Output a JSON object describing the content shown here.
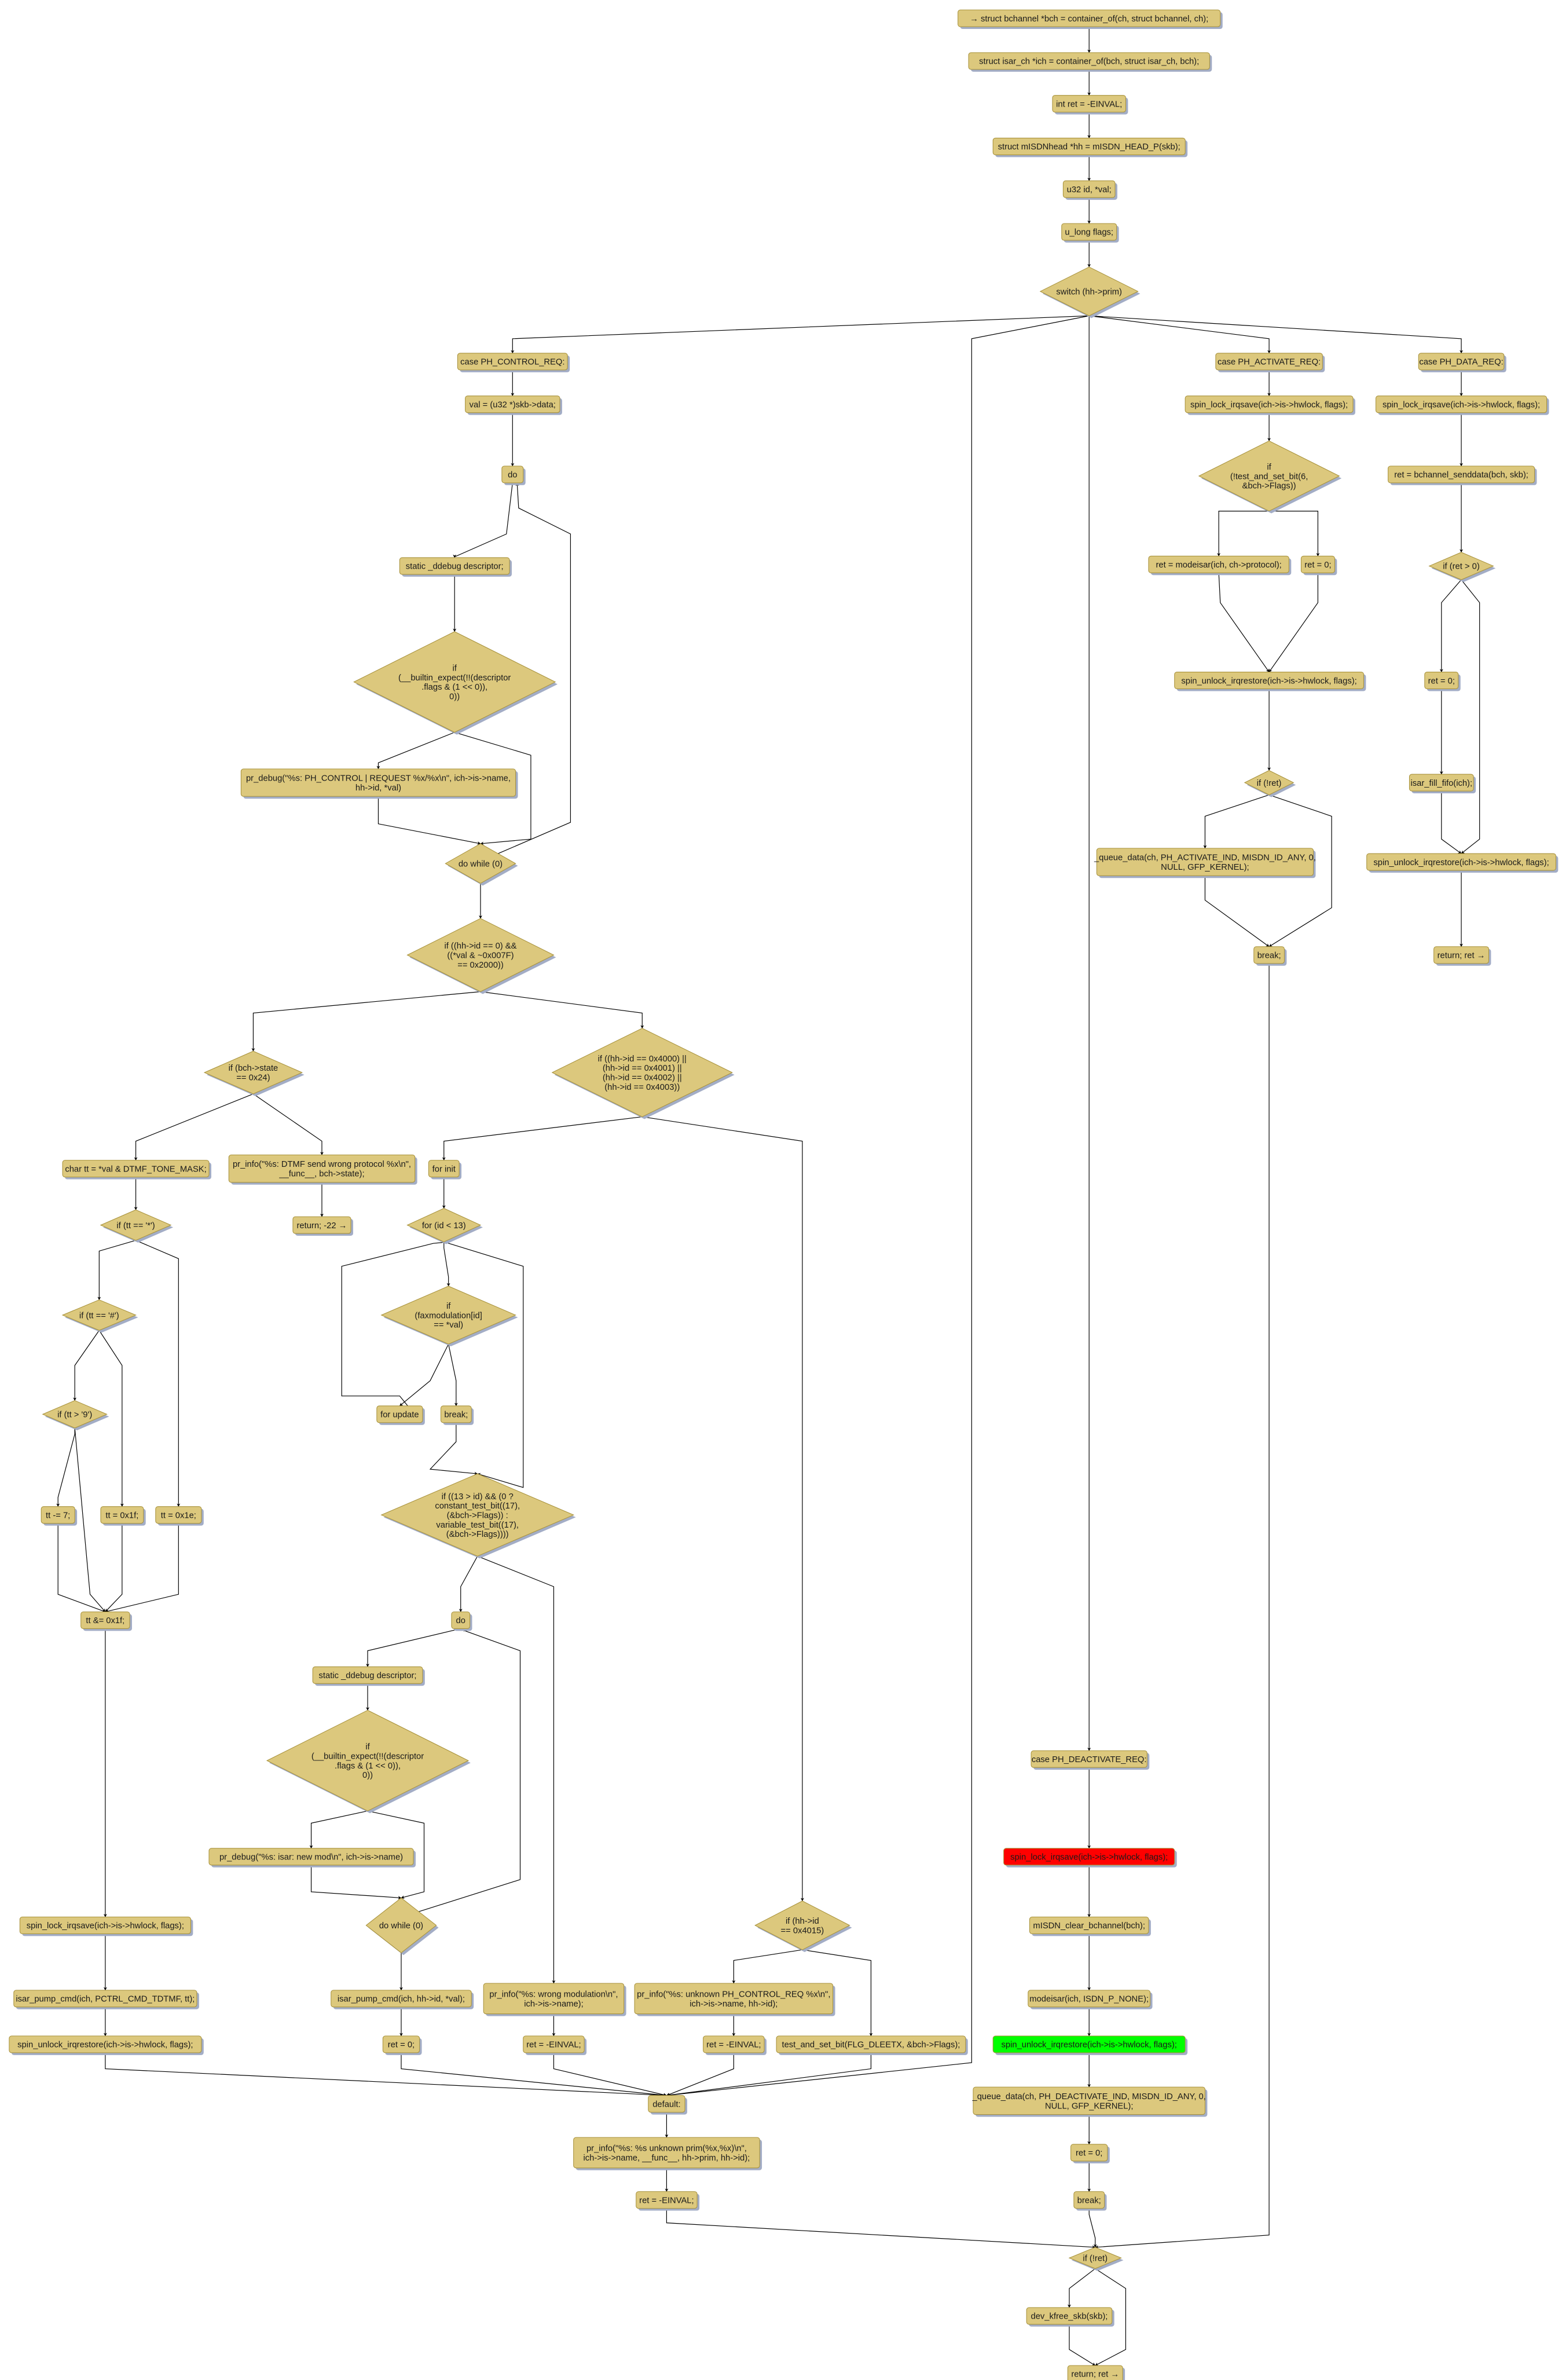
{
  "colors": {
    "node_fill": "#dcc87d",
    "node_stroke": "#a8923c",
    "shadow": "#a3adc6",
    "highlight_red": "#ff0000",
    "highlight_green": "#00ff00"
  },
  "nodes": {
    "a0": {
      "lines": [
        "→ struct bchannel *bch = container_of(ch, struct bchannel, ch);"
      ]
    },
    "a1": {
      "lines": [
        "struct isar_ch *ich = container_of(bch, struct isar_ch, bch);"
      ]
    },
    "a2": {
      "lines": [
        "int ret = -EINVAL;"
      ]
    },
    "a3": {
      "lines": [
        "struct mISDNhead *hh = mISDN_HEAD_P(skb);"
      ]
    },
    "a4": {
      "lines": [
        "u32 id, *val;"
      ]
    },
    "a5": {
      "lines": [
        "u_long flags;"
      ]
    },
    "sw": {
      "lines": [
        "switch (hh->prim)"
      ]
    },
    "c1": {
      "lines": [
        "case PH_CONTROL_REQ:"
      ]
    },
    "c2": {
      "lines": [
        "val = (u32 *)skb->data;"
      ]
    },
    "c3": {
      "lines": [
        "do"
      ]
    },
    "c4": {
      "lines": [
        "static _ddebug descriptor;"
      ]
    },
    "c5": {
      "lines": [
        "if",
        "(__builtin_expect(!!(descriptor",
        ".flags & (1 << 0)),",
        "0))"
      ]
    },
    "c6": {
      "lines": [
        "pr_debug(\"%s: PH_CONTROL | REQUEST %x/%x\\n\", ich->is->name,",
        "hh->id, *val)"
      ]
    },
    "c7": {
      "lines": [
        "do while (0)"
      ]
    },
    "c8": {
      "lines": [
        "if ((hh->id == 0) &&",
        "((*val & ~0x007F)",
        "== 0x2000))"
      ]
    },
    "c9": {
      "lines": [
        "if (bch->state",
        "== 0x24)"
      ]
    },
    "c10": {
      "lines": [
        "if ((hh->id == 0x4000) ||",
        "(hh->id == 0x4001) ||",
        "(hh->id == 0x4002) ||",
        "(hh->id == 0x4003))"
      ]
    },
    "c11": {
      "lines": [
        "char tt = *val & DTMF_TONE_MASK;"
      ]
    },
    "c12": {
      "lines": [
        "pr_info(\"%s: DTMF send wrong protocol %x\\n\",",
        "__func__, bch->state);"
      ]
    },
    "c13": {
      "lines": [
        "return; -22 →"
      ]
    },
    "c14": {
      "lines": [
        "if (tt == '*')"
      ]
    },
    "c15": {
      "lines": [
        "if (tt == '#')"
      ]
    },
    "c16": {
      "lines": [
        "if (tt > '9')"
      ]
    },
    "c17": {
      "lines": [
        "tt -= 7;"
      ]
    },
    "c18": {
      "lines": [
        "tt = 0x1f;"
      ]
    },
    "c19": {
      "lines": [
        "tt = 0x1e;"
      ]
    },
    "c20": {
      "lines": [
        "tt &= 0x1f;"
      ]
    },
    "c21": {
      "lines": [
        "for init"
      ]
    },
    "c22": {
      "lines": [
        "for (id < 13)"
      ]
    },
    "c23": {
      "lines": [
        "if",
        "(faxmodulation[id]",
        "== *val)"
      ]
    },
    "c24": {
      "lines": [
        "for update"
      ]
    },
    "c25": {
      "lines": [
        "break;"
      ]
    },
    "c26": {
      "lines": [
        "if ((13 > id) && (0 ?",
        "constant_test_bit((17),",
        "(&bch->Flags)) :",
        "variable_test_bit((17),",
        "(&bch->Flags))))"
      ]
    },
    "c27": {
      "lines": [
        "do"
      ]
    },
    "c28": {
      "lines": [
        "static _ddebug descriptor;"
      ]
    },
    "c29": {
      "lines": [
        "if",
        "(__builtin_expect(!!(descriptor",
        ".flags & (1 << 0)),",
        "0))"
      ]
    },
    "c30": {
      "lines": [
        "pr_debug(\"%s: isar: new mod\\n\", ich->is->name)"
      ]
    },
    "c31": {
      "lines": [
        "do while (0)"
      ]
    },
    "c32": {
      "lines": [
        "spin_lock_irqsave(ich->is->hwlock, flags);"
      ]
    },
    "c33": {
      "lines": [
        "isar_pump_cmd(ich, PCTRL_CMD_TDTMF, tt);"
      ]
    },
    "c34": {
      "lines": [
        "spin_unlock_irqrestore(ich->is->hwlock, flags);"
      ]
    },
    "c35": {
      "lines": [
        "isar_pump_cmd(ich, hh->id, *val);"
      ]
    },
    "c36": {
      "lines": [
        "ret = 0;"
      ]
    },
    "c37": {
      "lines": [
        "pr_info(\"%s: wrong modulation\\n\",",
        "ich->is->name);"
      ]
    },
    "c38": {
      "lines": [
        "ret = -EINVAL;"
      ]
    },
    "c39": {
      "lines": [
        "if (hh->id",
        "== 0x4015)"
      ]
    },
    "c40": {
      "lines": [
        "pr_info(\"%s: unknown PH_CONTROL_REQ %x\\n\",",
        "ich->is->name, hh->id);"
      ]
    },
    "c41": {
      "lines": [
        "ret = -EINVAL;"
      ]
    },
    "c42": {
      "lines": [
        "test_and_set_bit(FLG_DLEETX, &bch->Flags);"
      ]
    },
    "d0": {
      "lines": [
        "default:"
      ]
    },
    "d1": {
      "lines": [
        "pr_info(\"%s: %s unknown prim(%x,%x)\\n\",",
        "ich->is->name, __func__, hh->prim, hh->id);"
      ]
    },
    "d2": {
      "lines": [
        "ret = -EINVAL;"
      ]
    },
    "p0": {
      "lines": [
        "case PH_ACTIVATE_REQ:"
      ]
    },
    "p1": {
      "lines": [
        "spin_lock_irqsave(ich->is->hwlock, flags);"
      ]
    },
    "p2": {
      "lines": [
        "if",
        "(!test_and_set_bit(6,",
        "&bch->Flags))"
      ]
    },
    "p3": {
      "lines": [
        "ret = modeisar(ich, ch->protocol);"
      ]
    },
    "p4": {
      "lines": [
        "ret = 0;"
      ]
    },
    "p5": {
      "lines": [
        "spin_unlock_irqrestore(ich->is->hwlock, flags);"
      ]
    },
    "p6": {
      "lines": [
        "if (!ret)"
      ]
    },
    "p7": {
      "lines": [
        "_queue_data(ch, PH_ACTIVATE_IND, MISDN_ID_ANY, 0,",
        "NULL, GFP_KERNEL);"
      ]
    },
    "p8": {
      "lines": [
        "break;"
      ]
    },
    "q0": {
      "lines": [
        "case PH_DATA_REQ:"
      ]
    },
    "q1": {
      "lines": [
        "spin_lock_irqsave(ich->is->hwlock, flags);"
      ]
    },
    "q2": {
      "lines": [
        "ret = bchannel_senddata(bch, skb);"
      ]
    },
    "q3": {
      "lines": [
        "if (ret > 0)"
      ]
    },
    "q4": {
      "lines": [
        "ret = 0;"
      ]
    },
    "q5": {
      "lines": [
        "isar_fill_fifo(ich);"
      ]
    },
    "q6": {
      "lines": [
        "spin_unlock_irqrestore(ich->is->hwlock, flags);"
      ]
    },
    "q7": {
      "lines": [
        "return; ret →"
      ]
    },
    "r0": {
      "lines": [
        "case PH_DEACTIVATE_REQ:"
      ]
    },
    "r1": {
      "lines": [
        "spin_lock_irqsave(ich->is->hwlock, flags);"
      ],
      "fill": "#ff0000"
    },
    "r2": {
      "lines": [
        "mISDN_clear_bchannel(bch);"
      ]
    },
    "r3": {
      "lines": [
        "modeisar(ich, ISDN_P_NONE);"
      ]
    },
    "r4": {
      "lines": [
        "spin_unlock_irqrestore(ich->is->hwlock, flags);"
      ],
      "fill": "#00ff00"
    },
    "r5": {
      "lines": [
        "_queue_data(ch, PH_DEACTIVATE_IND, MISDN_ID_ANY, 0,",
        "NULL, GFP_KERNEL);"
      ]
    },
    "r6": {
      "lines": [
        "ret = 0;"
      ]
    },
    "r7": {
      "lines": [
        "break;"
      ]
    },
    "r8": {
      "lines": [
        "if (!ret)"
      ]
    },
    "r9": {
      "lines": [
        "dev_kfree_skb(skb);"
      ]
    },
    "r10": {
      "lines": [
        "return; ret →"
      ]
    }
  }
}
